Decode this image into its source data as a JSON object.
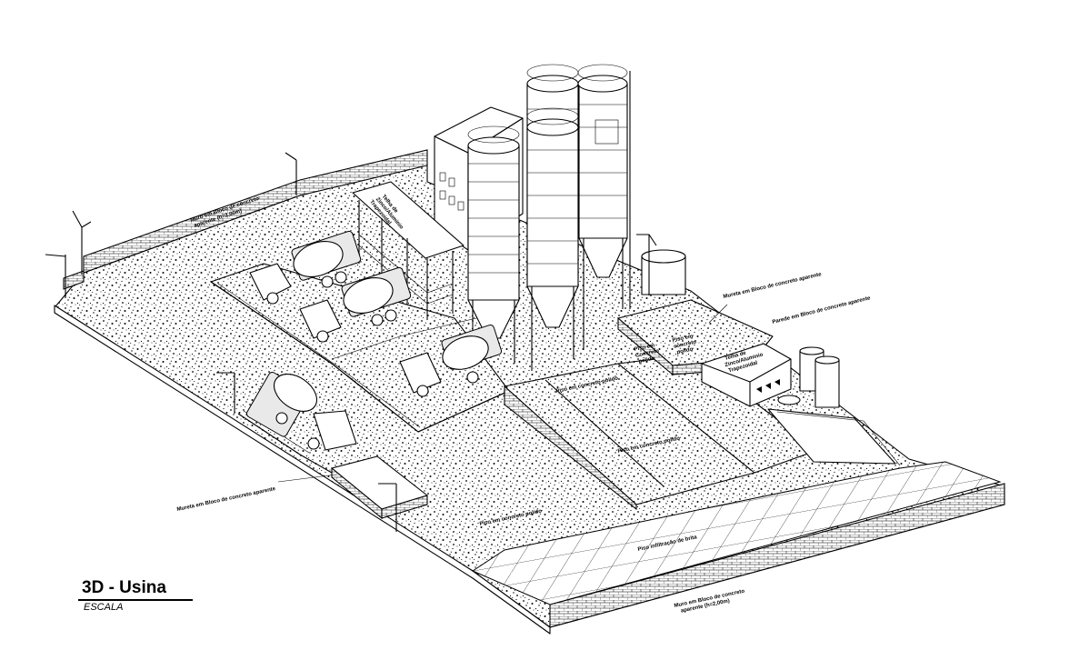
{
  "drawing": {
    "title": "3D - Usina",
    "scale_label": "ESCALA"
  },
  "labels": {
    "muro_top_left": [
      "Muro em Bloco de concreto",
      "aparente (h=2,00m)"
    ],
    "muro_right": "Mureta em Bloco de concreto aparente",
    "muro_bottom": [
      "Muro em Bloco de concreto",
      "aparente (h=2,00m)"
    ],
    "mureta_left": "Mureta em Bloco de concreto aparente",
    "parede_bloco": "Parede em Bloco de concreto aparente",
    "telha_left": [
      "Telha de",
      "Zinco/Aluminio",
      "Trapezoidal"
    ],
    "telha_right": [
      "Telha de",
      "Zinco/Aluminio",
      "Trapezoidal"
    ],
    "piso_concreto_1": "Piso em concreto polido",
    "piso_concreto_2": "Piso em concreto polido",
    "piso_concreto_3": "Piso em concreto polido",
    "piso_infiltracao": "Piso infiltração de brita",
    "piso_ramp_a": [
      "Piso em",
      "Concreto",
      "polido"
    ],
    "piso_ramp_b": [
      "Piso em",
      "concreto",
      "polido"
    ]
  },
  "colors": {
    "ink": "#000000",
    "paper": "#ffffff"
  }
}
